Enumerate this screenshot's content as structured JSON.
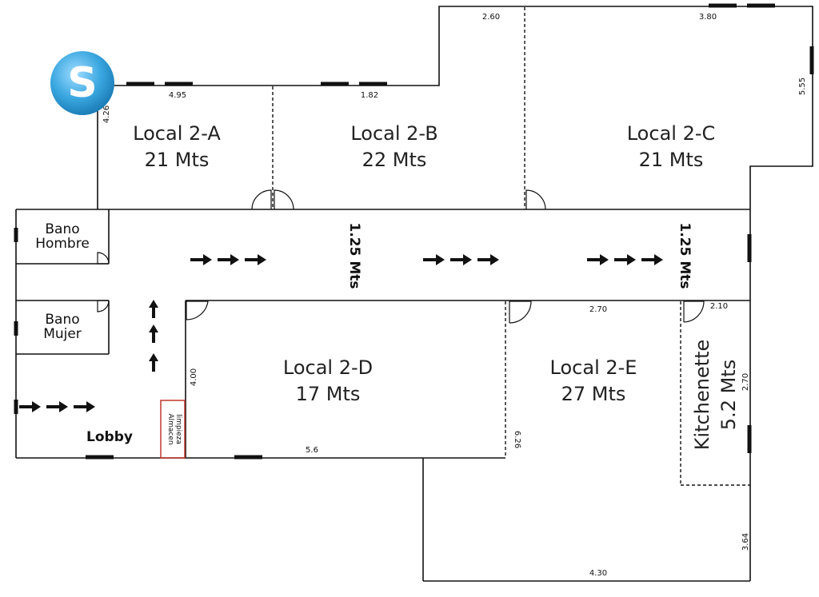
{
  "logo": {
    "letter": "S",
    "color": "#3aa7e0"
  },
  "rooms": {
    "a": {
      "name": "Local 2-A",
      "area": "21 Mts"
    },
    "b": {
      "name": "Local 2-B",
      "area": "22 Mts"
    },
    "c": {
      "name": "Local 2-C",
      "area": "21 Mts"
    },
    "d": {
      "name": "Local 2-D",
      "area": "17 Mts"
    },
    "e": {
      "name": "Local 2-E",
      "area": "27 Mts"
    },
    "kitchen": {
      "name": "Kitchenette",
      "area": "5.2 Mts"
    }
  },
  "bano_hombre": {
    "line1": "Bano",
    "line2": "Hombre"
  },
  "bano_mujer": {
    "line1": "Bano",
    "line2": "Mujer"
  },
  "lobby": "Lobby",
  "almacen": {
    "line1": "Almacen",
    "line2": "limpieza"
  },
  "corridor_widths": [
    "1.25 Mts",
    "1.25 Mts"
  ],
  "dimensions": {
    "d495": "4.95",
    "d182": "1.82",
    "d260": "2.60",
    "d380": "3.80",
    "d555": "5.55",
    "d426": "4.26",
    "d270_top": "2.70",
    "d210": "2.10",
    "d270_side": "2.70",
    "d400": "4.00",
    "d56": "5.6",
    "d626": "6.26",
    "d364": "3.64",
    "d430": "4.30"
  }
}
